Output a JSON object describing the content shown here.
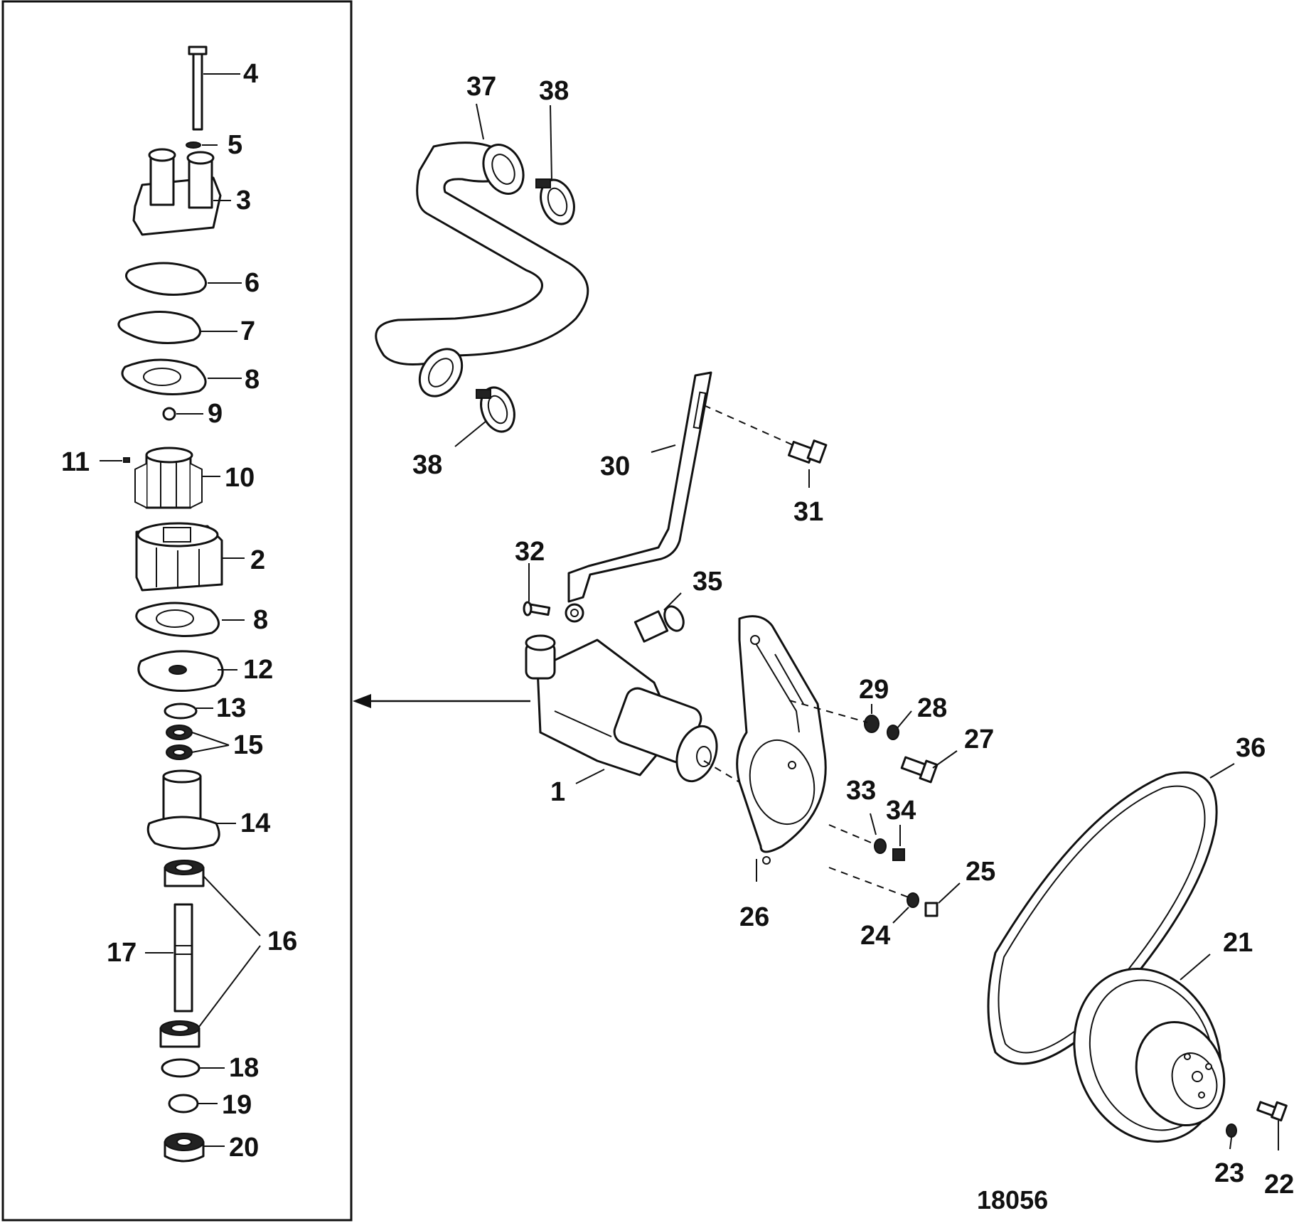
{
  "diagram": {
    "reference_number": "18056",
    "callouts": [
      "1",
      "2",
      "3",
      "4",
      "5",
      "6",
      "7",
      "8",
      "9",
      "10",
      "11",
      "12",
      "13",
      "14",
      "15",
      "16",
      "17",
      "18",
      "19",
      "20",
      "21",
      "22",
      "23",
      "24",
      "25",
      "26",
      "27",
      "28",
      "29",
      "30",
      "31",
      "32",
      "33",
      "34",
      "35",
      "36",
      "37",
      "38"
    ]
  }
}
